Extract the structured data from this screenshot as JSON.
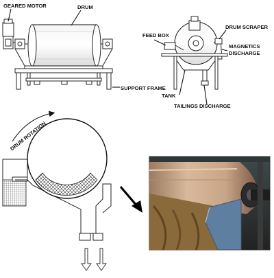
{
  "labels": {
    "geared_motor": "GEARED MOTOR",
    "drum": "DRUM",
    "support_frame": "SUPPORT FRAME",
    "feed_box": "FEED BOX",
    "drum_scraper": "DRUM SCRAPER",
    "magnetics_discharge_1": "MAGNETICS",
    "magnetics_discharge_2": "DISCHARGE",
    "tank": "TANK",
    "tailings_discharge": "TAILINGS DISCHARGE",
    "drum_rotation": "DRUM ROTATION"
  },
  "photo": {
    "drum_color": "#c9a587",
    "slurry_color": "#8a6a3a",
    "tray_color": "#5f7fa0",
    "frame_color": "#2b2b2b"
  }
}
